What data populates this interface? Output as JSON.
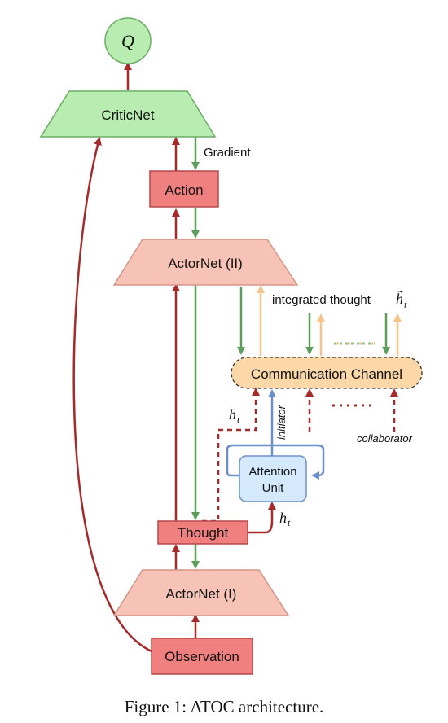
{
  "nodes": {
    "q": {
      "label": "Q"
    },
    "critic": {
      "label": "CriticNet"
    },
    "action": {
      "label": "Action"
    },
    "actor2": {
      "label": "ActorNet (II)"
    },
    "channel": {
      "label": "Communication Channel"
    },
    "attention": {
      "line1": "Attention",
      "line2": "Unit"
    },
    "thought": {
      "label": "Thought"
    },
    "actor1": {
      "label": "ActorNet (I)"
    },
    "observation": {
      "label": "Observation"
    }
  },
  "labels": {
    "gradient": "Gradient",
    "integrated_thought": "integrated thought",
    "h_tilde": "h̃",
    "h_sub": "t",
    "h_upper": "h",
    "h_upper_sub": "t",
    "h_right": "h",
    "h_right_sub": "t",
    "initiator": "initiator",
    "collaborator": "collaborator"
  },
  "caption": "Figure 1: ATOC architecture.",
  "colors": {
    "red_arrow": "#a52a2a",
    "green_arrow": "#5c9e5c",
    "orange_arrow": "#f7c48c",
    "blue_arrow": "#6b8fca",
    "green_fill": "#b9ecb0",
    "green_stroke": "#6aad62",
    "red_fill": "#f08080",
    "red_stroke": "#b54848",
    "pink_fill": "#f6c3b6",
    "pink_stroke": "#d59585",
    "orange_fill": "#fcd7a8",
    "blue_fill": "#d4e9fb",
    "blue_stroke": "#6b8fca"
  }
}
